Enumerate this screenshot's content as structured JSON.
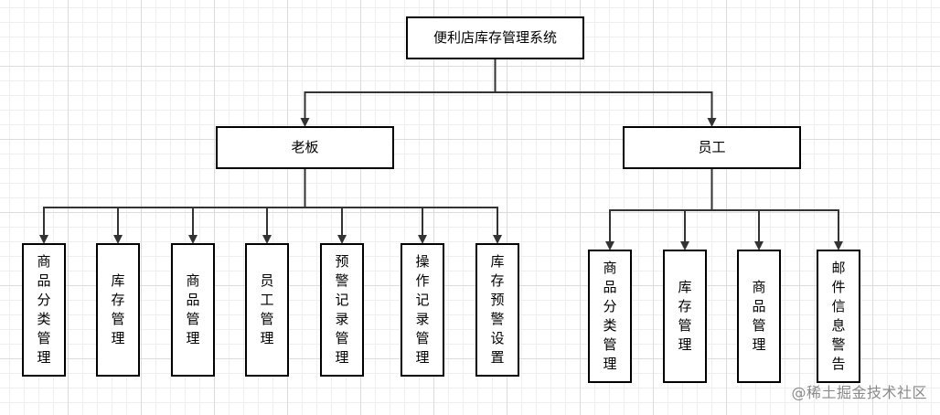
{
  "root": {
    "label": "便利店库存管理系统"
  },
  "groups": [
    {
      "id": "boss",
      "label": "老板",
      "children": [
        "商品分类管理",
        "库存管理",
        "商品管理",
        "员工管理",
        "预警记录管理",
        "操作记录管理",
        "库存预警设置"
      ]
    },
    {
      "id": "staff",
      "label": "员工",
      "children": [
        "商品分类管理",
        "库存管理",
        "商品管理",
        "邮件信息警告"
      ]
    }
  ],
  "watermark": "@稀土掘金技术社区",
  "colors": {
    "stroke": "#000000",
    "connector": "#333333",
    "watermark": "#8a8a8a"
  }
}
